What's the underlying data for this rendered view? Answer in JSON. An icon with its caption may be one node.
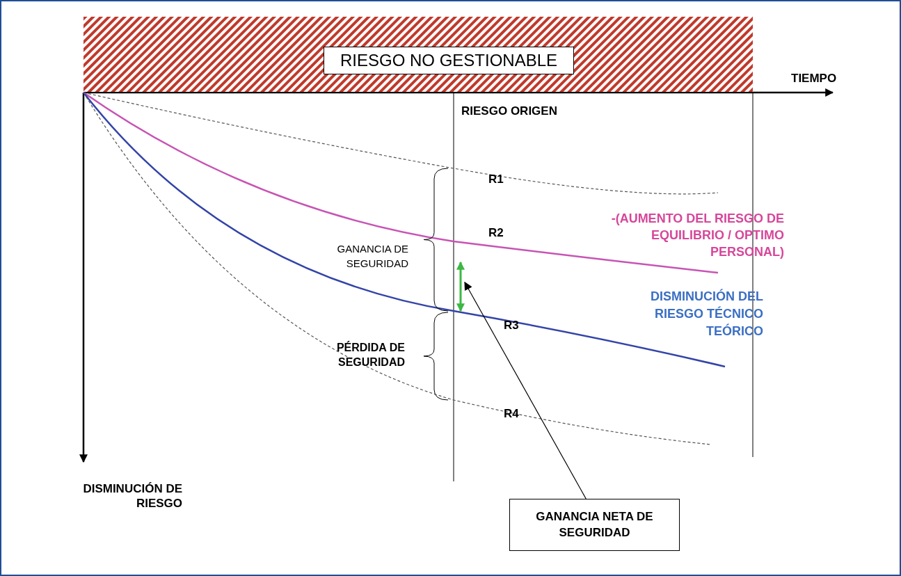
{
  "diagram": {
    "nodes": [
      {
        "text": [],
        "shape": "bar"
      },
      {
        "text": [
          "RIESGO NO GESTIONABLE"
        ],
        "in": 0
      },
      {
        "text": [
          "GANANCIA NETA DE SEGURIDAD"
        ]
      },
      {
        "text": [],
        "shape": "arrow"
      }
    ],
    "edges": [
      {
        "from": 2,
        "to": 3,
        "arrow": "to"
      }
    ],
    "labels": [
      "TIEMPO",
      "RIESGO ORIGEN",
      "R1",
      "-(AUMENTO DEL RIESGO DE EQUILIBRIO / OPTIMO PERSONAL)",
      "R2",
      "GANANCIA DE SEGURIDAD",
      "DISMINUCIÓN DEL RIESGO TÉCNICO TEÓRICO",
      "R3",
      "PÉRDIDA DE SEGURIDAD",
      "R4",
      "DISMINUCIÓN DE RIESGO"
    ]
  }
}
